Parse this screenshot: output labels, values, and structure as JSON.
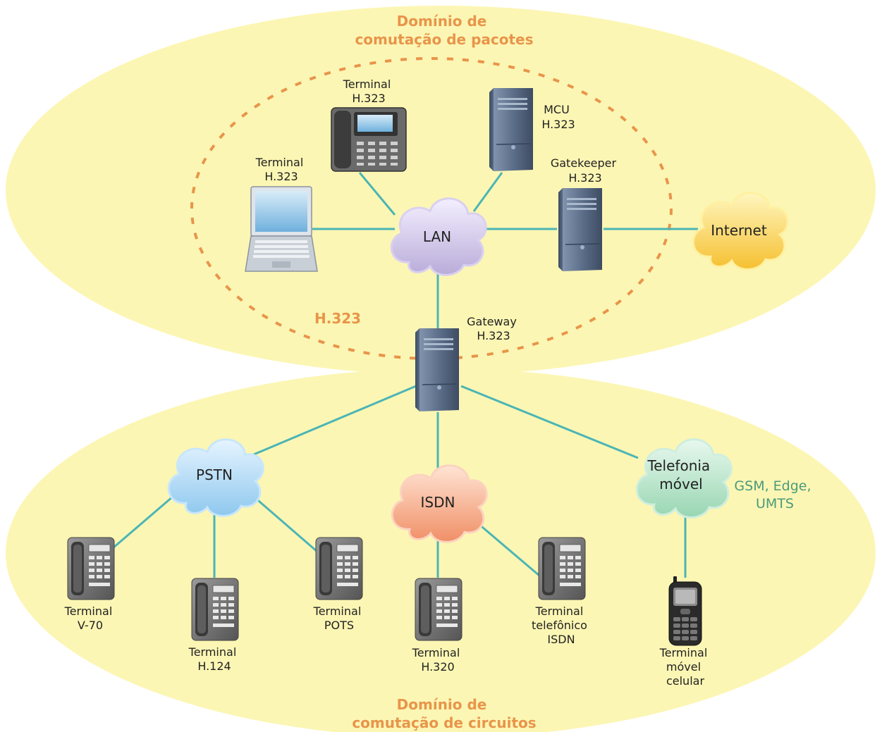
{
  "domains": {
    "packet": [
      "Domínio de",
      "comutação de pacotes"
    ],
    "circuit": [
      "Domínio de",
      "comutação de circuitos"
    ]
  },
  "zone_label": "H.323",
  "clouds": {
    "lan": [
      "LAN"
    ],
    "internet": [
      "Internet"
    ],
    "pstn": [
      "PSTN"
    ],
    "isdn": [
      "ISDN"
    ],
    "mobile": [
      "Telefonia",
      "móvel"
    ]
  },
  "nodes": {
    "terminal_phone": [
      "Terminal",
      "H.323"
    ],
    "terminal_laptop": [
      "Terminal",
      "H.323"
    ],
    "mcu": [
      "MCU",
      "H.323"
    ],
    "gatekeeper": [
      "Gatekeeper",
      "H.323"
    ],
    "gateway": [
      "Gateway",
      "H.323"
    ],
    "term_v70": [
      "Terminal",
      "V-70"
    ],
    "term_h124": [
      "Terminal",
      "H.124"
    ],
    "term_pots": [
      "Terminal",
      "POTS"
    ],
    "term_h320": [
      "Terminal",
      "H.320"
    ],
    "term_isdn": [
      "Terminal",
      "telefônico",
      "ISDN"
    ],
    "term_mobile": [
      "Terminal",
      "móvel",
      "celular"
    ]
  },
  "mobile_standards": [
    "GSM, Edge,",
    "UMTS"
  ],
  "colors": {
    "ellipse": "#fcf6b4",
    "accent": "#e8954a",
    "link": "#4bb5b5",
    "gsm": "#4a9a7c"
  }
}
